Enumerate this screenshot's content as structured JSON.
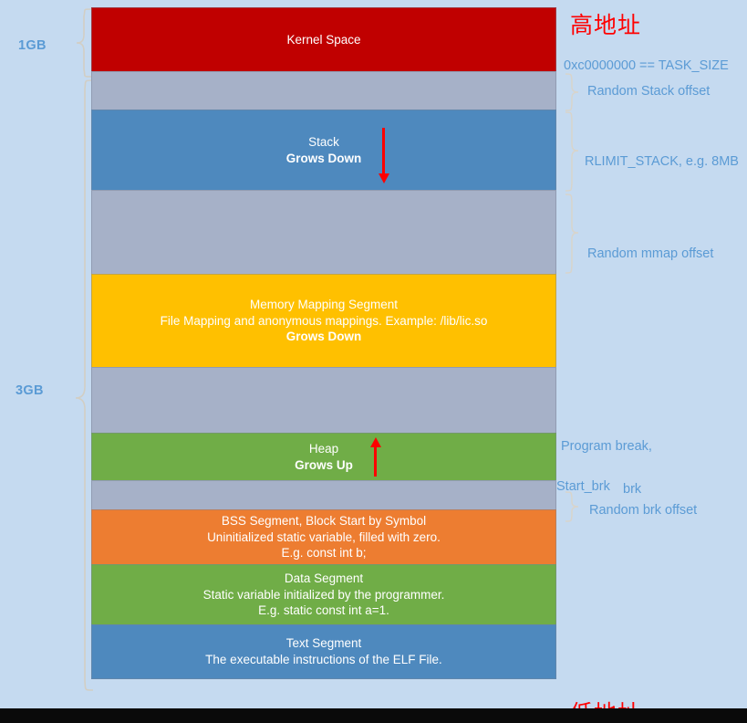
{
  "diagram": {
    "title_high": "高地址",
    "title_low": "低地址",
    "left_labels": [
      {
        "text": "1GB"
      },
      {
        "text": "3GB"
      }
    ],
    "blocks": [
      {
        "name": "kernel-space",
        "lines": [
          "Kernel Space"
        ],
        "color": "#c00000"
      },
      {
        "name": "random-stack-gap",
        "lines": [],
        "color": "#a6b1c8"
      },
      {
        "name": "stack",
        "lines": [
          "Stack",
          "Grows Down"
        ],
        "color": "#4e89be",
        "arrow": "down"
      },
      {
        "name": "mmap-gap",
        "lines": [],
        "color": "#a6b1c8"
      },
      {
        "name": "memory-mapping-segment",
        "lines": [
          "Memory Mapping Segment",
          "File Mapping and anonymous mappings. Example: /lib/lic.so",
          "Grows Down"
        ],
        "color": "#ffc000"
      },
      {
        "name": "heap-gap",
        "lines": [],
        "color": "#a6b1c8"
      },
      {
        "name": "heap",
        "lines": [
          "Heap",
          "Grows Up"
        ],
        "color": "#70ad47",
        "arrow": "up"
      },
      {
        "name": "brk-gap",
        "lines": [],
        "color": "#a6b1c8"
      },
      {
        "name": "bss-segment",
        "lines": [
          "BSS Segment, Block Start by Symbol",
          "Uninitialized static variable, filled with zero.",
          "E.g. const int b;"
        ],
        "color": "#ed7d31"
      },
      {
        "name": "data-segment",
        "lines": [
          "Data Segment",
          "Static variable initialized by the programmer.",
          "E.g. static const int a=1."
        ],
        "color": "#70ad47"
      },
      {
        "name": "text-segment",
        "lines": [
          "Text Segment",
          "The executable instructions of the ELF File."
        ],
        "color": "#4e89be"
      }
    ],
    "right_labels": [
      {
        "name": "task-size",
        "text": "0xc0000000 == TASK_SIZE"
      },
      {
        "name": "random-stack-offset",
        "text": "Random Stack offset"
      },
      {
        "name": "rlimit-stack",
        "text": "RLIMIT_STACK, e.g. 8MB"
      },
      {
        "name": "random-mmap-offset",
        "text": "Random mmap offset"
      },
      {
        "name": "program-break-l1",
        "text": "Program break,"
      },
      {
        "name": "program-break-l2",
        "text": "brk"
      },
      {
        "name": "start-brk",
        "text": "Start_brk"
      },
      {
        "name": "random-brk-offset",
        "text": "Random brk offset"
      }
    ],
    "colors": {
      "background": "#c5daf0",
      "kernel": "#c00000",
      "gap": "#a6b1c8",
      "stack": "#4e89be",
      "mmap": "#ffc000",
      "heap": "#70ad47",
      "bss": "#ed7d31",
      "data": "#70ad47",
      "text": "#4e89be",
      "label": "#5b9bd5",
      "accent_red": "#ff0000",
      "brace": "#d2cec4"
    }
  }
}
